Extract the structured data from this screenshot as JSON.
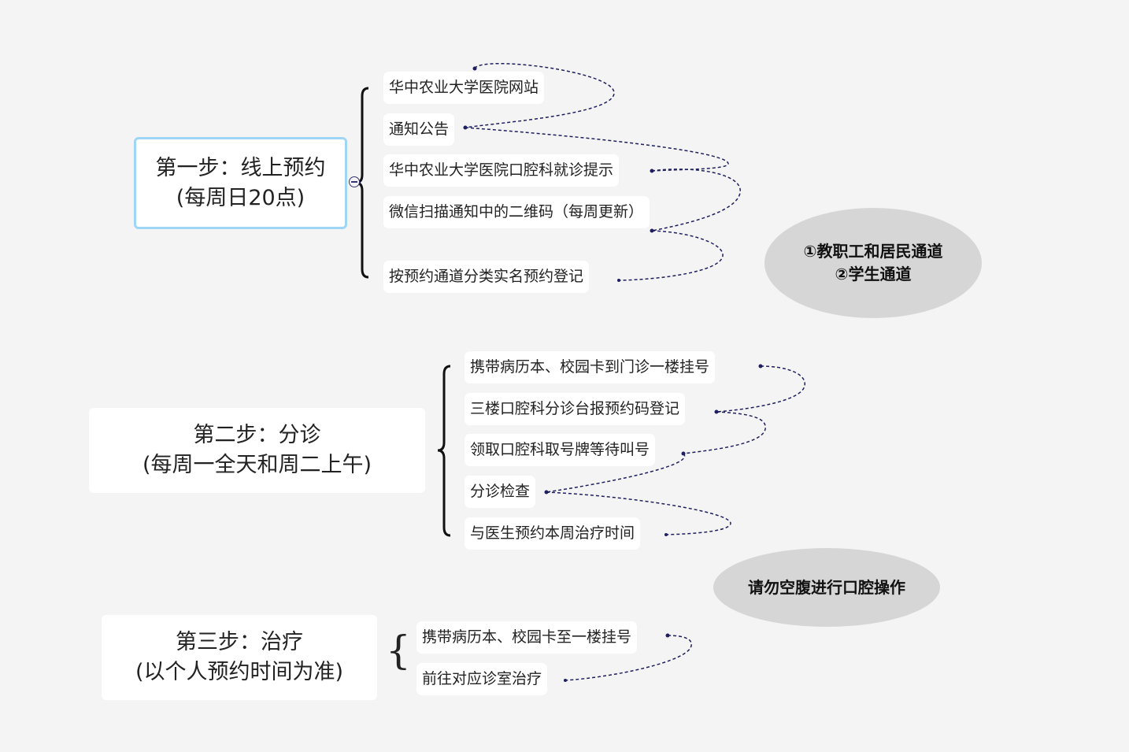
{
  "colors": {
    "connector": "#1f1f5f",
    "selected_border": "#9fd6f6",
    "callout_fill": "#d6d6d6"
  },
  "steps": [
    {
      "title": "第一步：线上预约",
      "subtitle": "(每周日20点)",
      "children": [
        "华中农业大学医院网站",
        "通知公告",
        "华中农业大学医院口腔科就诊提示",
        "微信扫描通知中的二维码（每周更新）",
        "按预约通道分类实名预约登记"
      ]
    },
    {
      "title": "第二步：分诊",
      "subtitle": "(每周一全天和周二上午)",
      "children": [
        "携带病历本、校园卡到门诊一楼挂号",
        "三楼口腔科分诊台报预约码登记",
        "领取口腔科取号牌等待叫号",
        "分诊检查",
        "与医生预约本周治疗时间"
      ]
    },
    {
      "title": "第三步：治疗",
      "subtitle": "(以个人预约时间为准)",
      "children": [
        "携带病历本、校园卡至一楼挂号",
        "前往对应诊室治疗"
      ]
    }
  ],
  "callouts": [
    {
      "line1": "①教职工和居民通道",
      "line2": "②学生通道"
    },
    {
      "line1": "请勿空腹进行口腔操作"
    }
  ],
  "brace3": "{"
}
